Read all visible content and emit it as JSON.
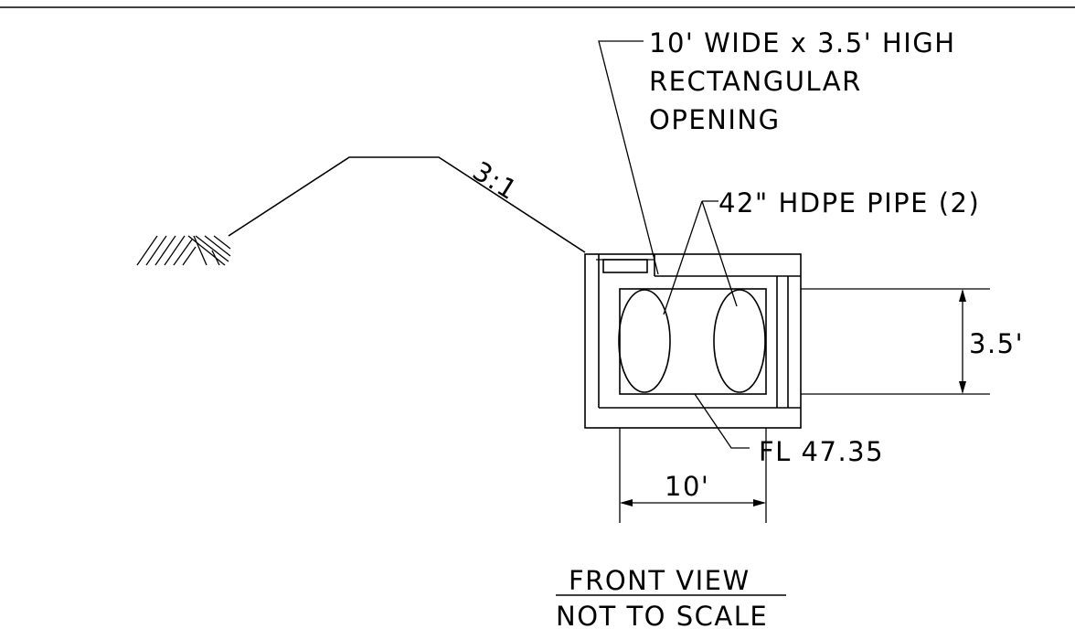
{
  "drawing": {
    "slope_label": "3:1",
    "opening_label": {
      "line1": "10' WIDE x 3.5' HIGH",
      "line2": "RECTANGULAR",
      "line3": "OPENING"
    },
    "pipe_label": "42\" HDPE PIPE (2)",
    "height_dimension": "3.5'",
    "flowline_label": "FL 47.35",
    "width_dimension": "10'",
    "view_title": "FRONT VIEW",
    "scale_note": "NOT TO SCALE"
  }
}
